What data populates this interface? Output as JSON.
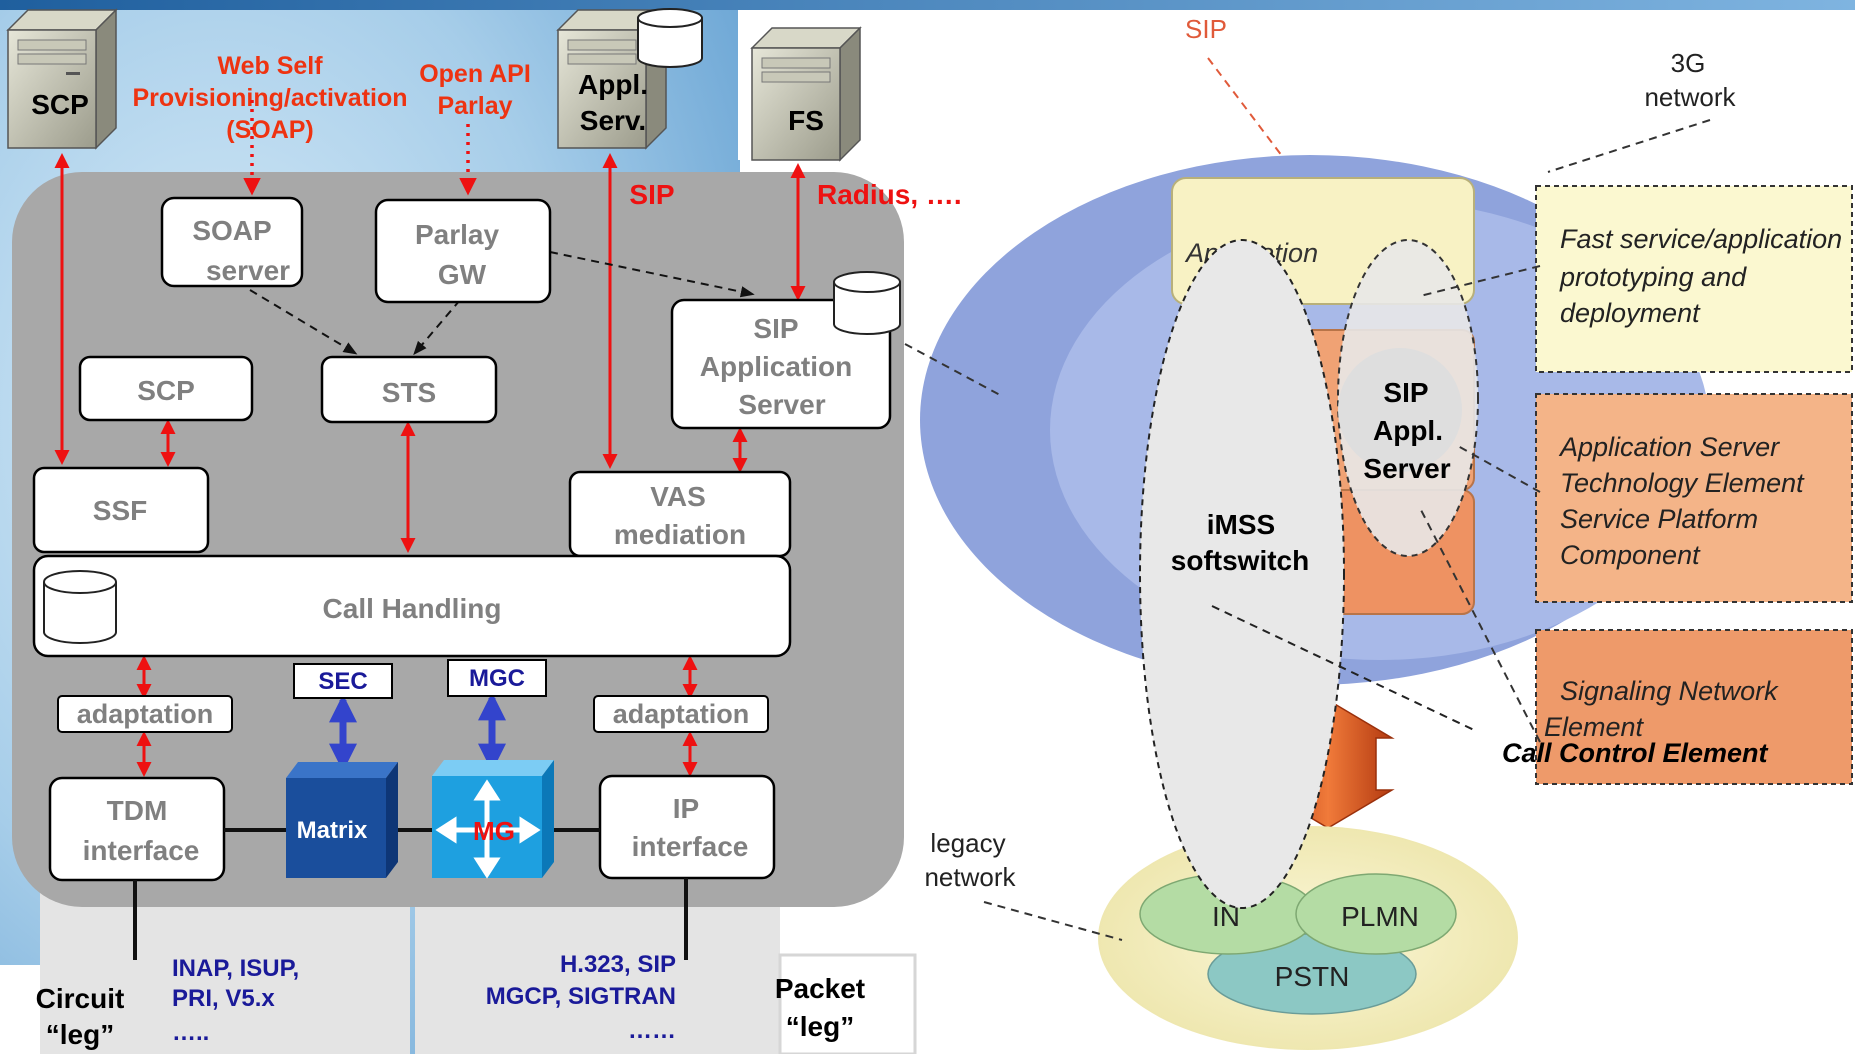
{
  "left": {
    "servers": {
      "scp": "SCP",
      "appl_line1": "Appl.",
      "appl_line2": "Serv.",
      "fs": "FS"
    },
    "annotations": {
      "web_self_line1": "Web Self",
      "web_self_line2": "Provisioning/activation",
      "web_self_line3": "(SOAP)",
      "open_api_line1": "Open API",
      "open_api_line2": "Parlay",
      "sip": "SIP",
      "radius": "Radius, …."
    },
    "boxes": {
      "soap_line1": "SOAP",
      "soap_line2": "server",
      "parlay_line1": "Parlay",
      "parlay_line2": "GW",
      "scp": "SCP",
      "sts": "STS",
      "sip_as_line1": "SIP",
      "sip_as_line2": "Application",
      "sip_as_line3": "Server",
      "ssf": "SSF",
      "vas_line1": "VAS",
      "vas_line2": "mediation",
      "call_handling": "Call Handling",
      "adaptation_left": "adaptation",
      "adaptation_right": "adaptation",
      "sec": "SEC",
      "mgc": "MGC",
      "tdm_line1": "TDM",
      "tdm_line2": "interface",
      "matrix": "Matrix",
      "mg": "MG",
      "ip_line1": "IP",
      "ip_line2": "interface"
    },
    "bottom": {
      "circuit_line1": "Circuit",
      "circuit_line2": "“leg”",
      "inap_line1": "INAP, ISUP,",
      "inap_line2": "PRI, V5.x",
      "inap_line3": "…..",
      "h323_line1": "H.323, SIP",
      "h323_line2": "MGCP, SIGTRAN",
      "h323_line3": "……",
      "packet_line1": "Packet",
      "packet_line2": "“leg”"
    }
  },
  "right": {
    "sip": "SIP",
    "g3_line1": "3G",
    "g3_line2": "network",
    "application": "Application",
    "sip_appl_line1": "SIP",
    "sip_appl_line2": "Appl.",
    "sip_appl_line3": "Server",
    "imss_line1": "iMSS",
    "imss_line2": "softswitch",
    "callout1_line1": "Fast service/application",
    "callout1_line2": "prototyping and",
    "callout1_line3": "deployment",
    "callout2_line1": "Application Server",
    "callout2_line2": "Technology Element",
    "callout2_line3": "Service Platform",
    "callout2_line4": "Component",
    "callout3_line1": "Signaling Network",
    "callout3_line2": "Element",
    "call_control": "Call Control Element",
    "legacy_line1": "legacy",
    "legacy_line2": "network",
    "in": "IN",
    "plmn": "PLMN",
    "pstn": "PSTN"
  },
  "colors": {
    "red_arrow": "#ee1111",
    "blue_arrow": "#3344cc",
    "gray_panel": "#a8a8a8",
    "box_text": "#808080",
    "matrix_blue": "#1a4e9c",
    "mg_blue": "#1ea0e0",
    "proto_text": "#1a1a99"
  }
}
